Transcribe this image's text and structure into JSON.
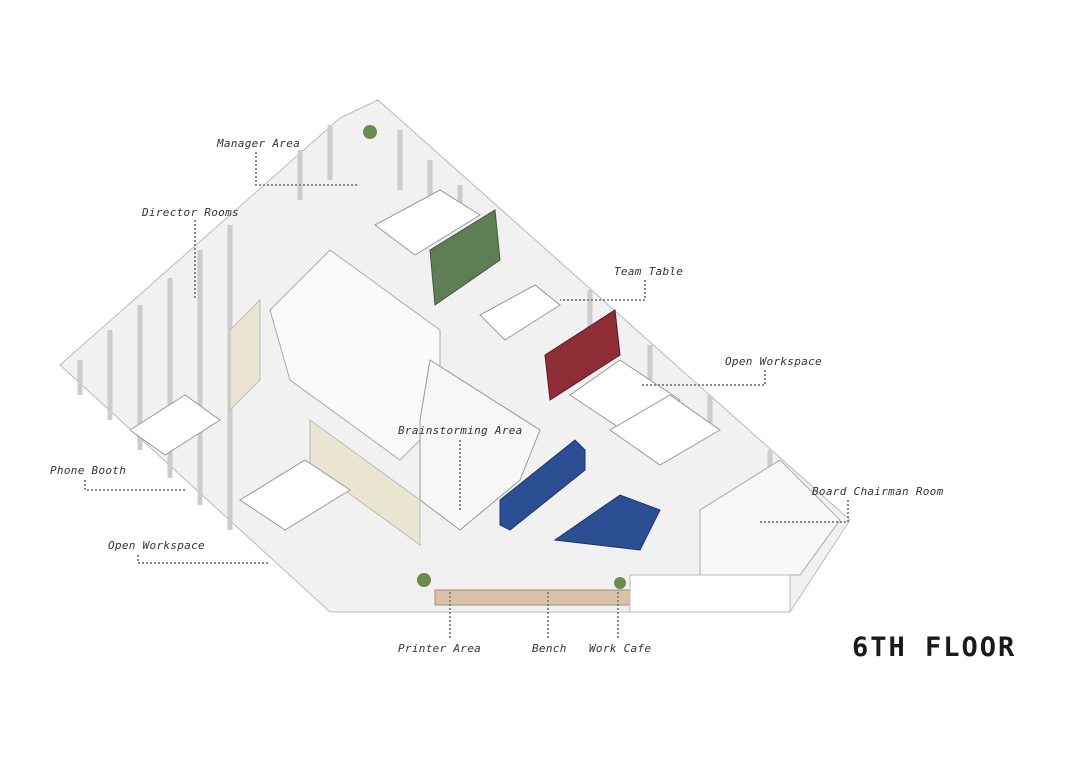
{
  "title": "6TH FLOOR",
  "labels": {
    "manager_area": "Manager Area",
    "director_rooms": "Director Rooms",
    "team_table": "Team Table",
    "open_workspace_right": "Open Workspace",
    "brainstorming_area": "Brainstorming Area",
    "phone_booth": "Phone Booth",
    "board_chairman_room": "Board Chairman Room",
    "open_workspace_left": "Open Workspace",
    "printer_area": "Printer Area",
    "bench": "Bench",
    "work_cafe": "Work Cafe"
  },
  "colors": {
    "green_wall": "#5f7e56",
    "red_storage": "#8e2d35",
    "blue_furniture": "#2c4f94",
    "floor": "#ededed",
    "wood": "#d8c2a8"
  }
}
